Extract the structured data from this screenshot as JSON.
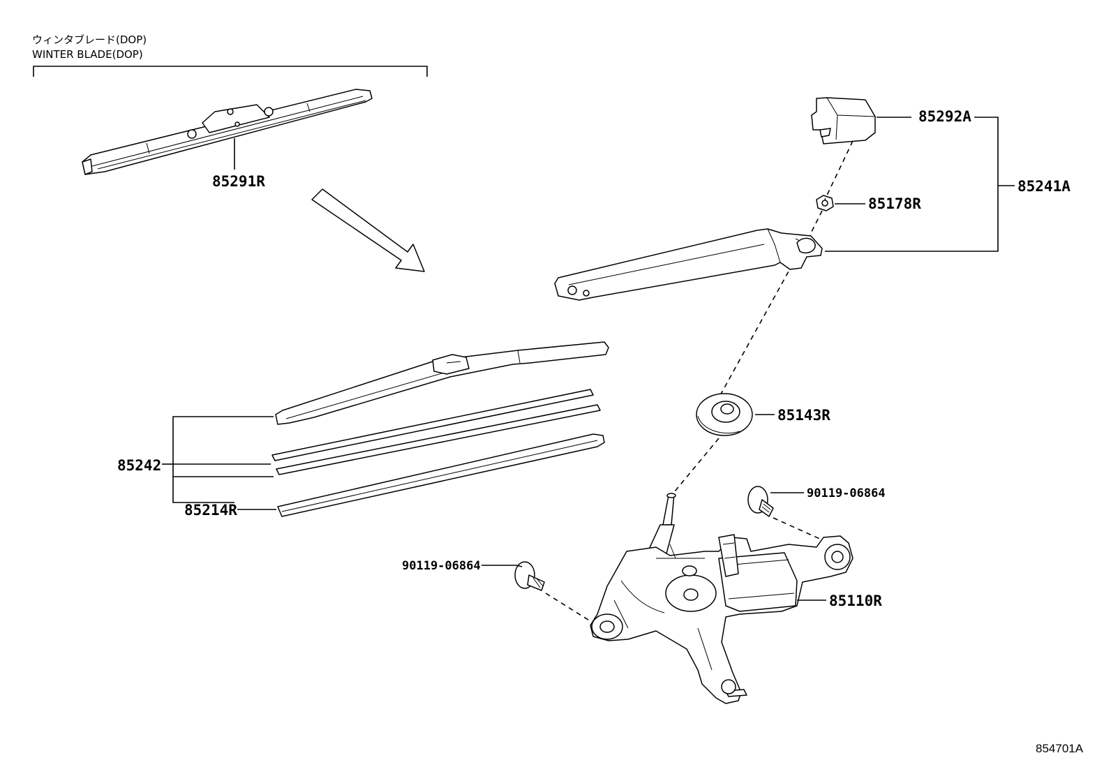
{
  "header": {
    "title_jp": "ウィンタブレード(DOP)",
    "title_en": "WINTER BLADE(DOP)"
  },
  "callouts": {
    "winter_blade": "85291R",
    "arm_cap": "85292A",
    "arm_assembly": "85241A",
    "nut": "85178R",
    "grommet": "85143R",
    "bolt_right": "90119-06864",
    "bolt_left": "90119-06864",
    "motor": "85110R",
    "blade_assembly": "85242",
    "blade_rubber": "85214R"
  },
  "reference_number": "854701A"
}
